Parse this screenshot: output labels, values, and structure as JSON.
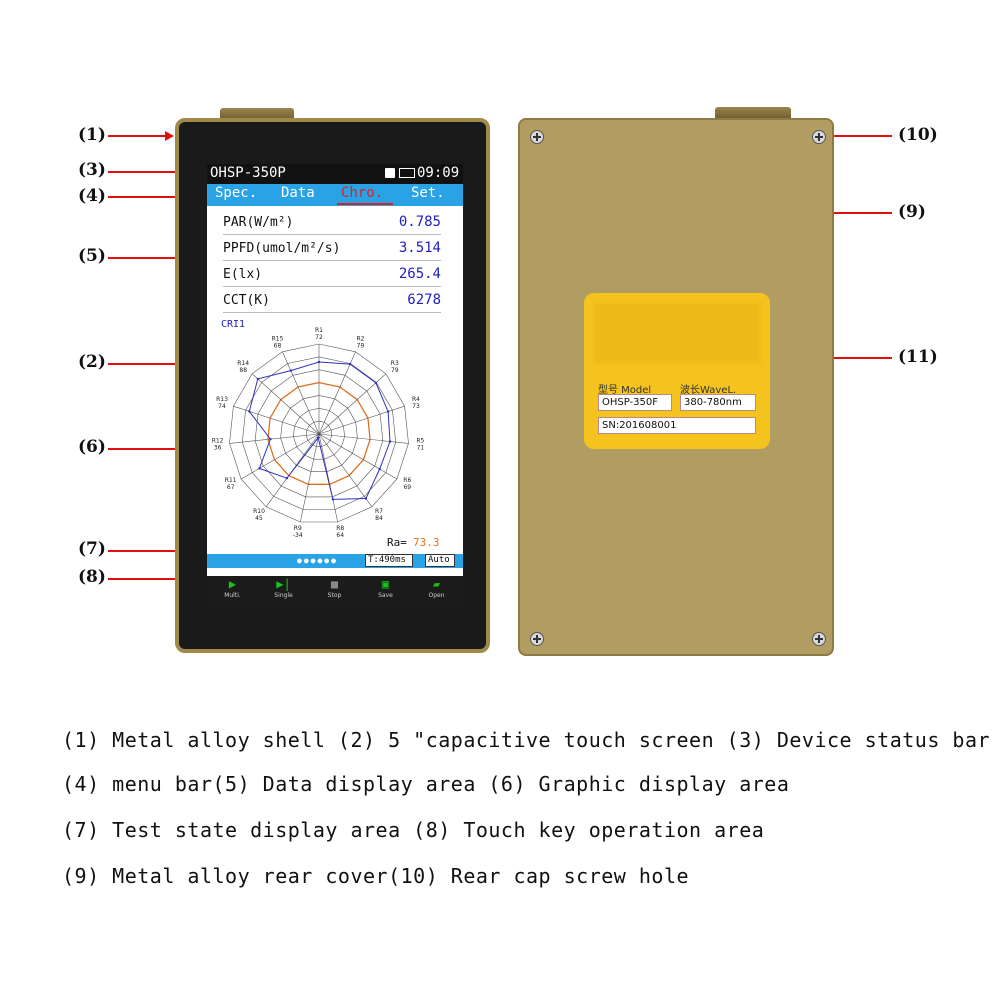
{
  "callouts": {
    "c1": "(1)",
    "c2": "(2)",
    "c3": "(3)",
    "c4": "(4)",
    "c5": "(5)",
    "c6": "(6)",
    "c7": "(7)",
    "c8": "(8)",
    "c9": "(9)",
    "c10": "(10)",
    "c11": "(11)"
  },
  "device": {
    "model": "OHSP-350P",
    "time": "09:09",
    "tabs": [
      "Spec.",
      "Data",
      "Chro.",
      "Set."
    ],
    "readings": [
      {
        "label": "PAR(W/m²)",
        "value": "0.785"
      },
      {
        "label": "PPFD(umol/m²/s)",
        "value": "3.514"
      },
      {
        "label": "E(lx)",
        "value": "265.4"
      },
      {
        "label": "CCT(K)",
        "value": "6278"
      }
    ],
    "cri_title": "CRI1",
    "ra_label": "Ra=",
    "ra_value": "73.3",
    "test_time": "T:490ms",
    "test_mode": "Auto",
    "keys": [
      {
        "label": "Multi.",
        "icon": "play-icon"
      },
      {
        "label": "Single",
        "icon": "step-icon"
      },
      {
        "label": "Stop",
        "icon": "stop-icon"
      },
      {
        "label": "Save",
        "icon": "save-icon"
      },
      {
        "label": "Open",
        "icon": "folder-icon"
      }
    ]
  },
  "chart_data": {
    "type": "radar",
    "title": "CRI1",
    "categories": [
      "R1",
      "R2",
      "R3",
      "R4",
      "R5",
      "R6",
      "R7",
      "R8",
      "R9",
      "R10",
      "R11",
      "R12",
      "R13",
      "R14",
      "R15"
    ],
    "values": [
      72,
      79,
      79,
      73,
      71,
      69,
      84,
      64,
      -34,
      45,
      67,
      36,
      74,
      88,
      68
    ],
    "colors": {
      "series": "#3030c0",
      "ring_highlight": "#e07020"
    }
  },
  "back_label": {
    "model_label": "型号 Model",
    "wave_label": "波长WaveL.",
    "model_value": "OHSP-350F",
    "wave_value": "380-780nm",
    "sn": "SN:201608001"
  },
  "descriptions": [
    "(1) Metal alloy shell (2) 5 \"capacitive touch screen (3) Device status bar",
    "(4) menu bar(5) Data display area (6) Graphic display area",
    "(7) Test state display area (8) Touch key operation area",
    "(9) Metal alloy rear cover(10) Rear cap screw hole"
  ],
  "colors": {
    "arrow": "#e01010",
    "shell": "#a08a4a",
    "rear": "#b19c62",
    "label": "#f4c31e",
    "menu": "#2aa3e6"
  }
}
